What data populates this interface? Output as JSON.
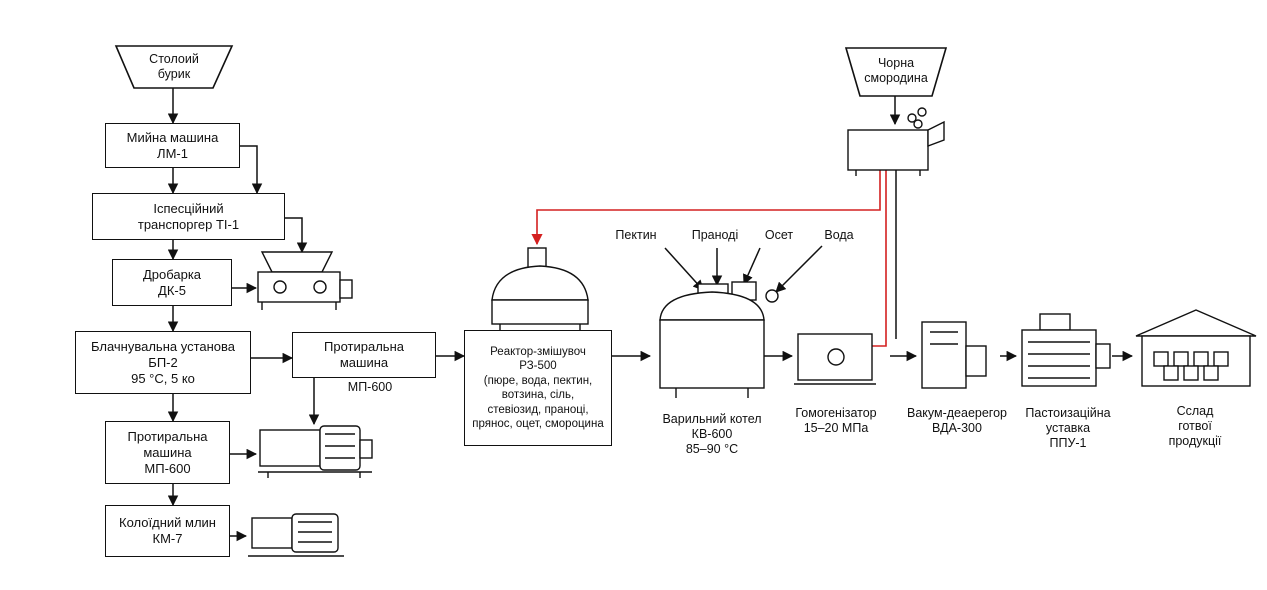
{
  "colors": {
    "line": "#111111",
    "accent_red": "#d42020"
  },
  "hoppers": {
    "beet": [
      "Столоий",
      "бурик"
    ],
    "currant": [
      "Чорна",
      "смородина"
    ]
  },
  "left_column": {
    "washer": [
      "Мийна машина",
      "ЛМ-1"
    ],
    "inspection": [
      "Іспесційний",
      "транспоргер ТІ-1"
    ],
    "crusher": [
      "Дробарка",
      "ДК-5"
    ],
    "blancher": [
      "Блачнувальна установа",
      "БП-2",
      "95 °С, 5 ко"
    ],
    "wiper_lower": [
      "Протиральна",
      "машина",
      "МП-600"
    ],
    "colloid_mill": [
      "Колоїдний млин",
      "КМ-7"
    ]
  },
  "wiper_upper": {
    "title": [
      "Протиральна",
      "машина"
    ],
    "model": "МП-600"
  },
  "reactor": [
    "Реактор-змішувоч",
    "РЗ-500",
    "(пюре, вода, пектин,",
    "вотзина, сіль,",
    "стевіозид, праноці,",
    "прянос, оцет, смороцина"
  ],
  "ingredients": {
    "pectin": "Пектин",
    "spices": "Праноді",
    "vinegar": "Осет",
    "water": "Вода"
  },
  "cooker": [
    "Варильний котел",
    "КВ-600",
    "85–90 °С"
  ],
  "homogenizer": [
    "Гомогенізатор",
    "15–20 МПа"
  ],
  "deaerator": [
    "Вакум-деаерегор",
    "ВДА-300"
  ],
  "pasteurizer": [
    "Пастоизаційна",
    "уставка",
    "ППУ-1"
  ],
  "warehouse": [
    "Сслад",
    "готвої",
    "продукції"
  ]
}
